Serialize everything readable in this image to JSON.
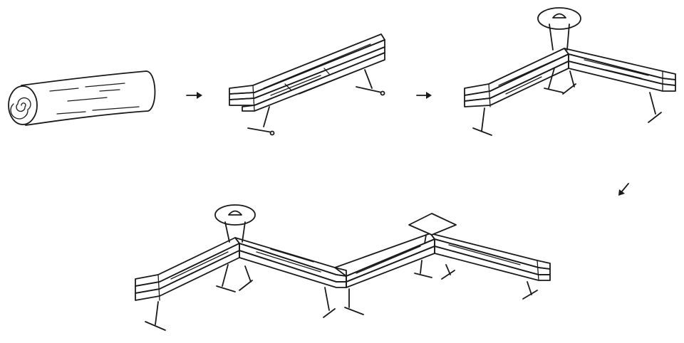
{
  "diagram": {
    "kind": "sketch-sequence",
    "stages": [
      {
        "id": "log",
        "icon": "log-icon"
      },
      {
        "id": "single-bench",
        "icon": "bench-icon"
      },
      {
        "id": "angled-bench-with-umbrella",
        "icon": "bench-umbrella-icon"
      },
      {
        "id": "zigzag-bench-system",
        "icon": "zigzag-bench-icon"
      }
    ],
    "connectors": [
      "arrow-right",
      "arrow-right",
      "arrow-down-left"
    ],
    "colors": {
      "ink": "#1a1a1a",
      "background": "#ffffff"
    }
  }
}
